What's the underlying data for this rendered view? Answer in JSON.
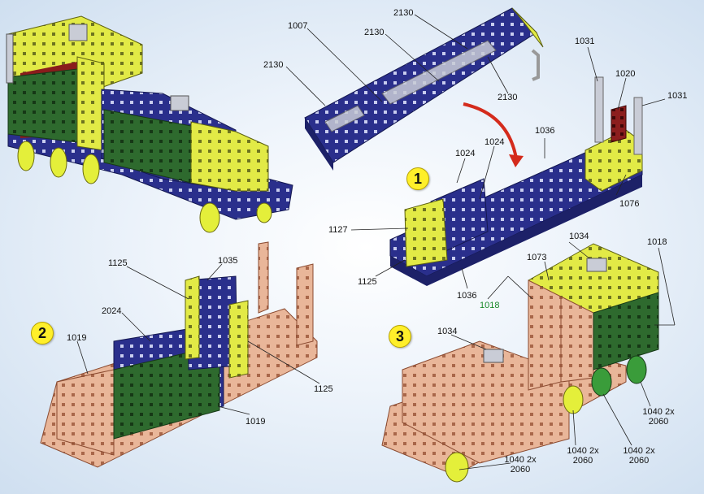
{
  "steps": {
    "s1": "1",
    "s2": "2",
    "s3": "3"
  },
  "labels": {
    "l1007": "1007",
    "l2130a": "2130",
    "l2130b": "2130",
    "l2130c": "2130",
    "l2130d": "2130",
    "l1031a": "1031",
    "l1020": "1020",
    "l1031b": "1031",
    "l1036a": "1036",
    "l1024a": "1024",
    "l1024b": "1024",
    "l1076": "1076",
    "l1127": "1127",
    "l1125a": "1125",
    "l1036b": "1036",
    "l1018g": "1018",
    "l1125b": "1125",
    "l1035": "1035",
    "l2024": "2024",
    "l1019a": "1019",
    "l1019b": "1019",
    "l1125c": "1125",
    "l1034a": "1034",
    "l1073": "1073",
    "l1018": "1018",
    "l1034b": "1034",
    "l1040a": "1040 2x 2060",
    "l1040b": "1040 2x 2060",
    "l1040c": "1040 2x 2060",
    "l1040d": "1040 2x 2060"
  },
  "colors": {
    "blue": "#2a2f8c",
    "yellow": "#e8ec4a",
    "green": "#2c6e2c",
    "peach": "#e8b496",
    "red": "#8a1c1c",
    "arrow": "#d42b1c"
  }
}
